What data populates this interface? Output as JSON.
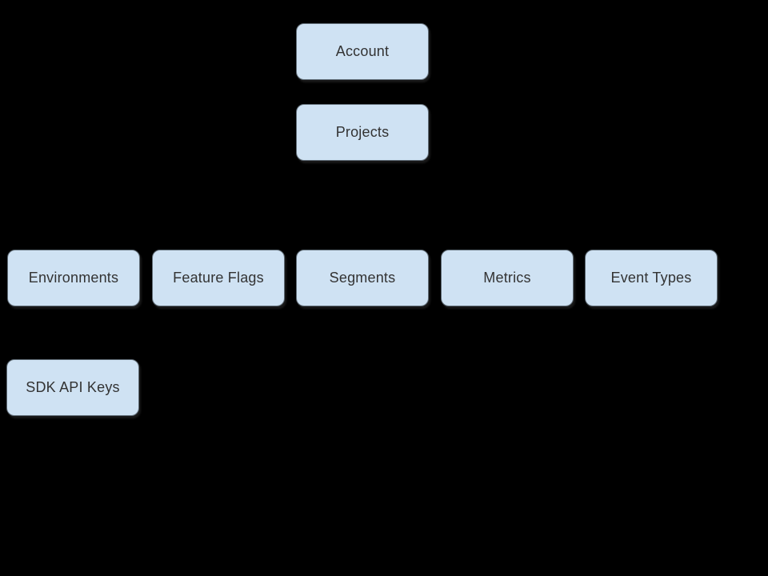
{
  "diagram": {
    "background_color": "#000000",
    "node_fill_color": "#cfe2f3",
    "node_border_color": "#5f6b75",
    "node_text_color": "#333333",
    "nodes": [
      {
        "id": "account",
        "label": "Account"
      },
      {
        "id": "projects",
        "label": "Projects"
      },
      {
        "id": "environments",
        "label": "Environments"
      },
      {
        "id": "feature-flags",
        "label": "Feature Flags"
      },
      {
        "id": "segments",
        "label": "Segments"
      },
      {
        "id": "metrics",
        "label": "Metrics"
      },
      {
        "id": "event-types",
        "label": "Event Types"
      },
      {
        "id": "sdk-api-keys",
        "label": "SDK API Keys"
      }
    ]
  }
}
